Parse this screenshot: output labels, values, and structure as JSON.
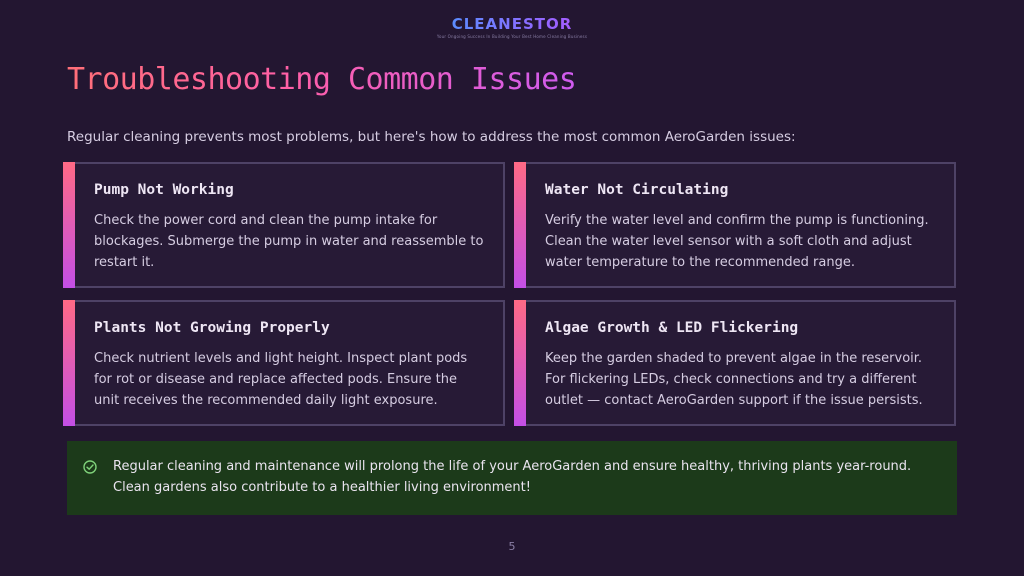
{
  "header": {
    "logo_text": "CLEANESTOR",
    "tagline": "Your Ongoing Success In Building Your Best Home Cleaning Business"
  },
  "slide": {
    "title": "Troubleshooting Common Issues",
    "intro": "Regular cleaning prevents most problems, but here's how to address the most common AeroGarden issues:",
    "cards": [
      {
        "title": "Pump Not Working",
        "body": "Check the power cord and clean the pump intake for blockages. Submerge the pump in water and reassemble to restart it."
      },
      {
        "title": "Water Not Circulating",
        "body": "Verify the water level and confirm the pump is functioning. Clean the water level sensor with a soft cloth and adjust water temperature to the recommended range."
      },
      {
        "title": "Plants Not Growing Properly",
        "body": "Check nutrient levels and light height. Inspect plant pods for rot or disease and replace affected pods. Ensure the unit receives the recommended daily light exposure."
      },
      {
        "title": "Algae Growth & LED Flickering",
        "body": "Keep the garden shaded to prevent algae in the reservoir. For flickering LEDs, check connections and try a different outlet — contact AeroGarden support if the issue persists."
      }
    ],
    "note": {
      "icon": "check-circle-icon",
      "text": "Regular cleaning and maintenance will prolong the life of your AeroGarden and ensure healthy, thriving plants year-round. Clean gardens also contribute to a healthier living environment!"
    },
    "page_number": "5"
  },
  "colors": {
    "background": "#231631",
    "accent_gradient_start": "#ff6a85",
    "accent_gradient_end": "#c34fe6",
    "note_background": "#1c3a1a",
    "check_icon": "#7fd17a"
  }
}
